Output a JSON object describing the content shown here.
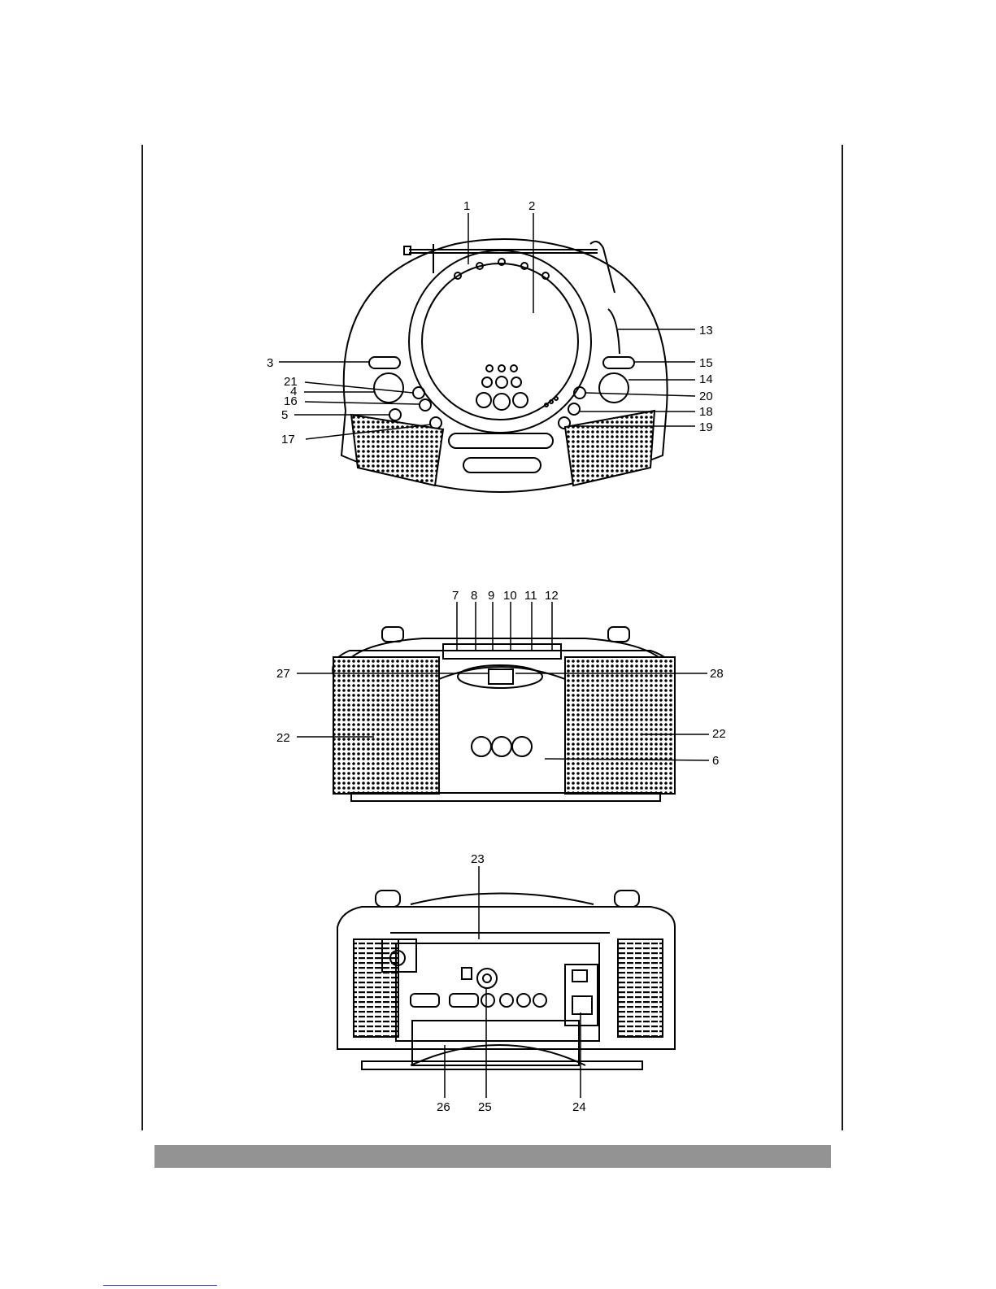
{
  "figures": {
    "front_top": {
      "callouts": [
        "1",
        "2",
        "13",
        "3",
        "15",
        "21",
        "14",
        "4",
        "20",
        "16",
        "18",
        "5",
        "19",
        "17"
      ]
    },
    "front": {
      "callouts": [
        "7",
        "8",
        "9",
        "10",
        "11",
        "12",
        "27",
        "28",
        "22",
        "22",
        "6"
      ]
    },
    "rear": {
      "callouts": [
        "23",
        "26",
        "25",
        "24"
      ]
    }
  },
  "colors": {
    "line": "#000000",
    "footer_bar": "#939393",
    "rule": "#1a1a1a"
  }
}
